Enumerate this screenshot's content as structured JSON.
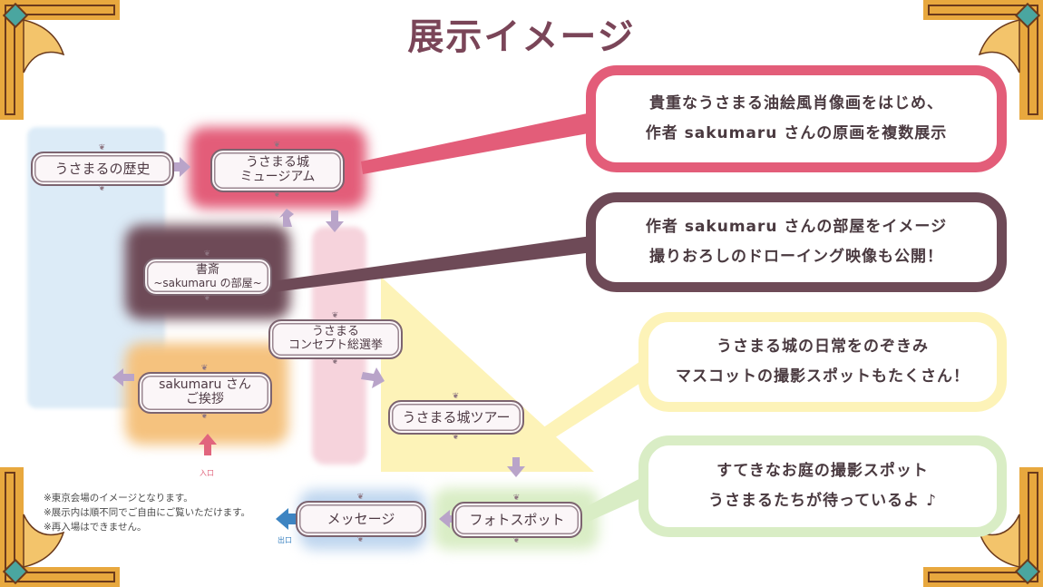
{
  "title": "展示イメージ",
  "colors": {
    "title": "#7a4558",
    "history_zone": "#dcebf7",
    "museum_zone": "#e35d79",
    "study_zone": "#6e4a57",
    "concept_zone": "#f6d3dc",
    "tour_zone": "#fdf3b8",
    "greeting_zone": "#f5c27e",
    "photo_zone": "#d9edc5",
    "message_zone": "#bfd6ef",
    "arrow": "#b9a4c9",
    "entrance_arrow": "#e1657d",
    "exit_arrow": "#3d84c2",
    "frame_gold": "#e8a83e"
  },
  "nodes": {
    "history": "うさまるの歴史",
    "museum": [
      "うさまる城",
      "ミュージアム"
    ],
    "study": [
      "書斎",
      "~sakumaru の部屋~"
    ],
    "concept": [
      "うさまる",
      "コンセプト総選挙"
    ],
    "greeting": [
      "sakumaru さん",
      "ご挨拶"
    ],
    "tour": "うさまる城ツアー",
    "photo": "フォトスポット",
    "message": "メッセージ"
  },
  "entrance_label": "入口",
  "exit_label": "出口",
  "bubbles": {
    "museum": [
      "貴重なうさまる油絵風肖像画をはじめ、",
      "作者 sakumaru さんの原画を複数展示"
    ],
    "study": [
      "作者 sakumaru さんの部屋をイメージ",
      "撮りおろしのドローイング映像も公開！"
    ],
    "tour": [
      "うさまる城の日常をのぞきみ",
      "マスコットの撮影スポットもたくさん！"
    ],
    "photo": [
      "すてきなお庭の撮影スポット",
      "うさまるたちが待っているよ ♪"
    ]
  },
  "notes": [
    "※東京会場のイメージとなります。",
    "※展示内は順不同でご自由にご覧いただけます。",
    "※再入場はできません。"
  ]
}
